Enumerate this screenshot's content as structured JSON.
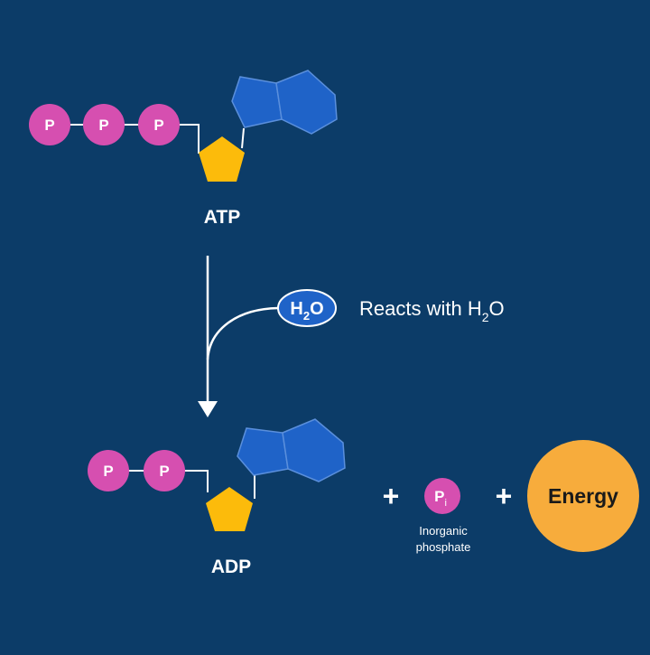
{
  "colors": {
    "background": "#0c3c68",
    "phosphate": "#d64fb0",
    "ribose": "#fcbb0b",
    "adenine": "#1f63c8",
    "energy": "#f7ac3c",
    "water": "#1f63c8",
    "line": "#ffffff"
  },
  "atp": {
    "phosphates": [
      "P",
      "P",
      "P"
    ],
    "label": "ATP"
  },
  "adp": {
    "phosphates": [
      "P",
      "P"
    ],
    "label": "ADP"
  },
  "reaction": {
    "water_main": "H",
    "water_sub": "2",
    "water_end": "O",
    "text_main": "Reacts with H",
    "text_sub": "2",
    "text_end": "O"
  },
  "products": {
    "plus": "+",
    "pi_main": "P",
    "pi_sub": "i",
    "pi_caption_line1": "Inorganic",
    "pi_caption_line2": "phosphate",
    "energy_label": "Energy"
  }
}
